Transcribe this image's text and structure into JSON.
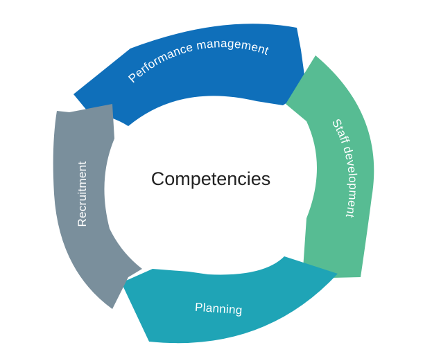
{
  "center": {
    "label": "Competencies"
  },
  "segments": [
    {
      "id": "performance-management",
      "label": "Performance management",
      "color": "#0f6fba"
    },
    {
      "id": "staff-development",
      "label": "Staff development",
      "color": "#57bc93"
    },
    {
      "id": "planning",
      "label": "Planning",
      "color": "#1fa4b6"
    },
    {
      "id": "recruitment",
      "label": "Recruitment",
      "color": "#7a8f9c"
    }
  ]
}
